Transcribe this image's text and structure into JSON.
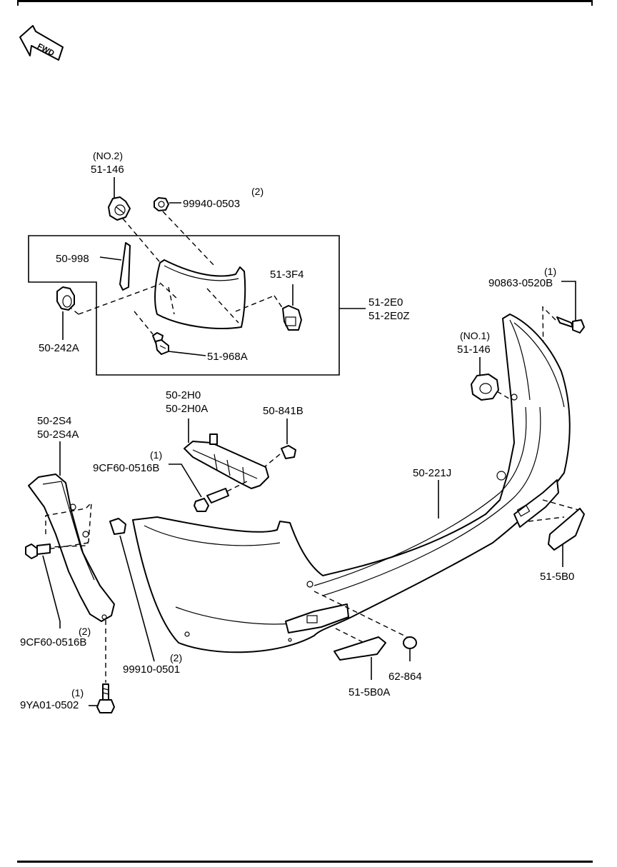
{
  "fwd_label": "FWD",
  "labels": {
    "p51_146_no2_qty": "(NO.2)",
    "p51_146_no2": "51-146",
    "p99940_qty": "(2)",
    "p99940": "99940-0503",
    "p50_998": "50-998",
    "p51_3f4": "51-3F4",
    "p51_2e0": "51-2E0",
    "p51_2e0z": "51-2E0Z",
    "p50_242a": "50-242A",
    "p51_968a": "51-968A",
    "p90863_qty": "(1)",
    "p90863": "90863-0520B",
    "p51_146_no1_qty": "(NO.1)",
    "p51_146_no1": "51-146",
    "p50_2h0": "50-2H0",
    "p50_2h0a": "50-2H0A",
    "p50_841b": "50-841B",
    "p50_2s4": "50-2S4",
    "p50_2s4a": "50-2S4A",
    "p9cf60_top_qty": "(1)",
    "p9cf60_top": "9CF60-0516B",
    "p50_221j": "50-221J",
    "p51_5b0": "51-5B0",
    "p9cf60_bot_qty": "(2)",
    "p9cf60_bot": "9CF60-0516B",
    "p99910_qty": "(2)",
    "p99910": "99910-0501",
    "p62_864": "62-864",
    "p51_5b0a": "51-5B0A",
    "p9ya01_qty": "(1)",
    "p9ya01": "9YA01-0502"
  }
}
